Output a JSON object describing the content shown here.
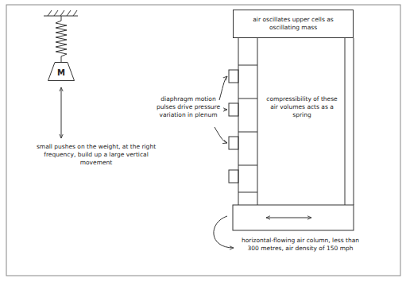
{
  "diagram": {
    "nodes": [
      {
        "text": [
          "M"
        ]
      },
      {
        "text": [
          "air oscillates upper cells as oscillating mass"
        ]
      }
    ],
    "labels": [
      "small pushes on the weight, at the right frequency, build up a large vertical movement",
      "diaphragm motion pulses drive pressure variation in plenum",
      "compressibility of these air volumes acts as a spring",
      "horizontal-flowing air column, less than 300 metres, air density of 150 mph"
    ]
  }
}
